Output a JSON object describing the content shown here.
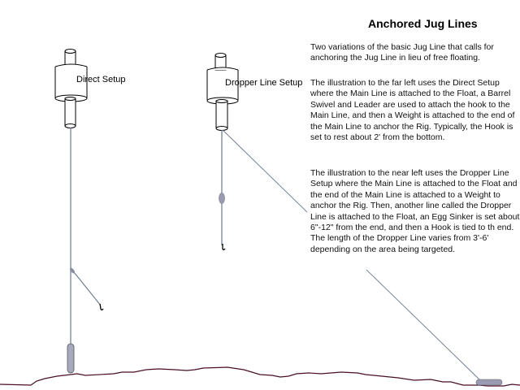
{
  "title": "Anchored Jug Lines",
  "paragraphs": [
    "Two variations of the basic Jug Line that calls for anchoring the Jug Line in lieu of free floating.",
    "The illustration to the far left uses the Direct Setup where the Main Line is attached to the Float, a Barrel Swivel and Leader are used to attach the hook to the Main Line, and then a Weight is attached to the end of the Main Line to anchor the Rig. Typically, the Hook is set to rest about 2' from the bottom.",
    "The illustration to the near left uses the Dropper Line Setup where the Main Line is attached to the Float and the end of the Main Line is attached to a Weight to anchor the Rig.  Then, another line called the Dropper Line is attached to the Float, an Egg Sinker is set about 6\"-12\" from the end, and then a Hook is tied to th end.  The length of the Dropper Line varies from 3'-6' depending on the area being targeted."
  ],
  "labels": {
    "direct": "Direct Setup",
    "dropper": "Dropper Line Setup"
  },
  "colors": {
    "line": "#6b7a8a",
    "weight_fill": "#a9a9be",
    "bottom": "#5a1030",
    "outline": "#000000"
  }
}
